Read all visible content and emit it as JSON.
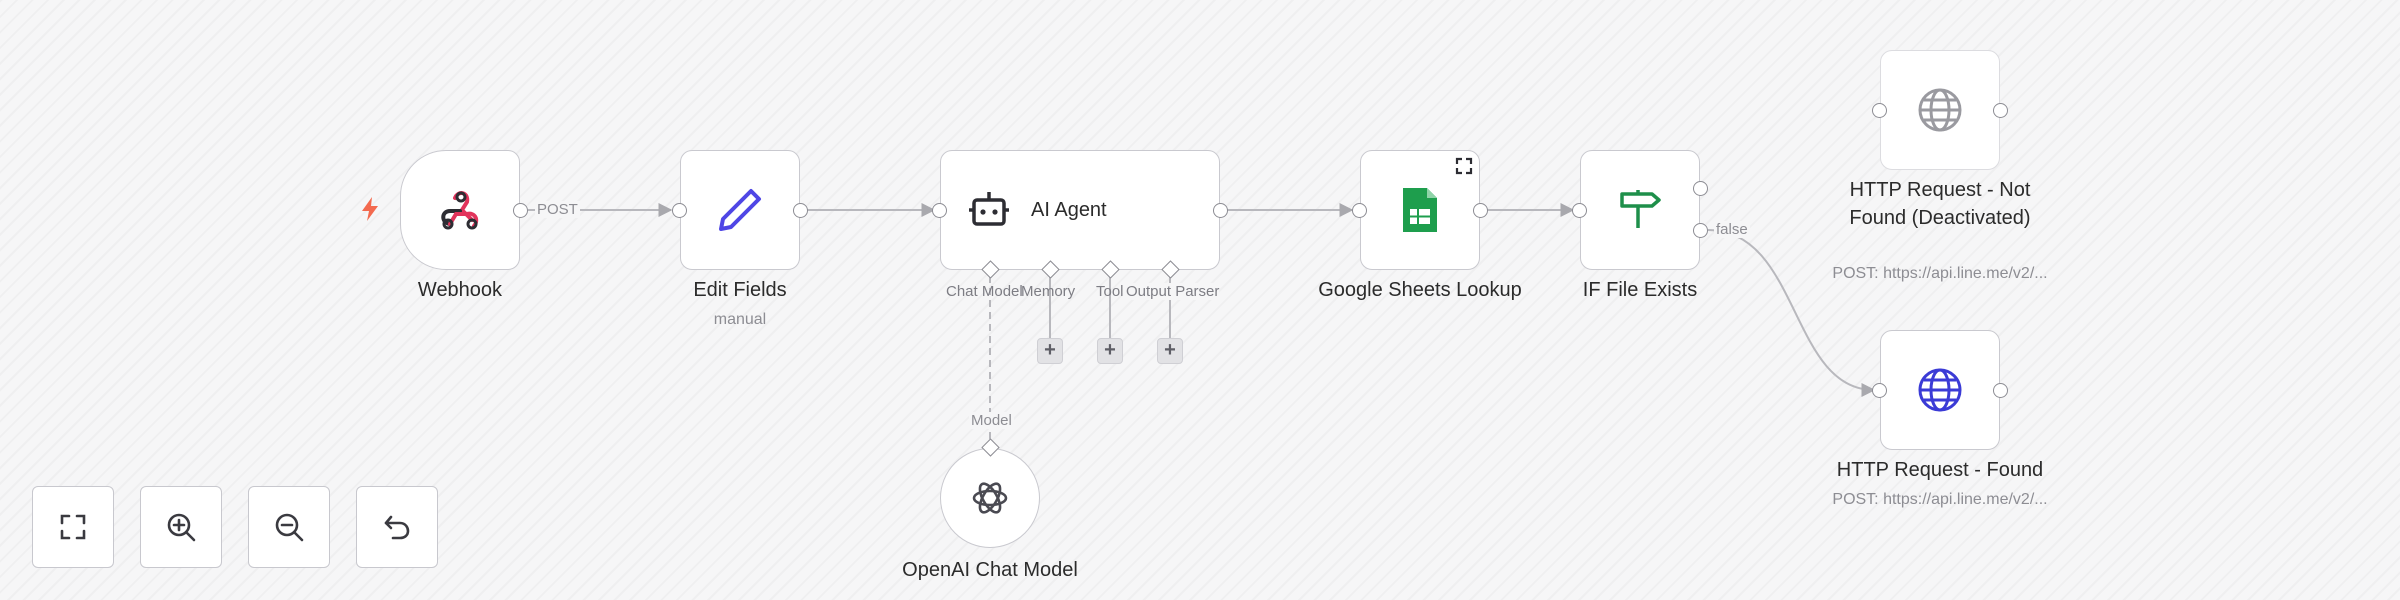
{
  "nodes": {
    "webhook": {
      "label": "Webhook"
    },
    "edit_fields": {
      "label": "Edit Fields",
      "sub": "manual"
    },
    "ai_agent": {
      "label": "AI Agent",
      "slots": {
        "chat_model": "Chat Model",
        "memory": "Memory",
        "tool": "Tool",
        "output_parser": "Output Parser"
      }
    },
    "openai_chat_model": {
      "label": "OpenAI Chat Model"
    },
    "google_sheets": {
      "label": "Google Sheets Lookup"
    },
    "if_file_exists": {
      "label": "IF File Exists"
    },
    "http_not_found": {
      "label": "HTTP Request - Not Found (Deactivated)",
      "sub": "POST: https://api.line.me/v2/..."
    },
    "http_found": {
      "label": "HTTP Request - Found",
      "sub": "POST: https://api.line.me/v2/..."
    }
  },
  "connections": {
    "webhook_output": "POST",
    "ai_model_link": "Model",
    "if_false_branch": "false"
  },
  "plus_symbol": "+",
  "controls": {
    "fit_view": "fit-view",
    "zoom_in": "zoom-in",
    "zoom_out": "zoom-out",
    "reset": "undo"
  },
  "colors": {
    "webhook_icon": "#e2335b",
    "edit_icon": "#4f46e5",
    "sheets_green": "#1e9e4d",
    "if_green": "#1e8f4a",
    "http_blue": "#3b3bd6",
    "http_disabled": "#9a9aa0",
    "trigger_bolt": "#f36a4f"
  }
}
